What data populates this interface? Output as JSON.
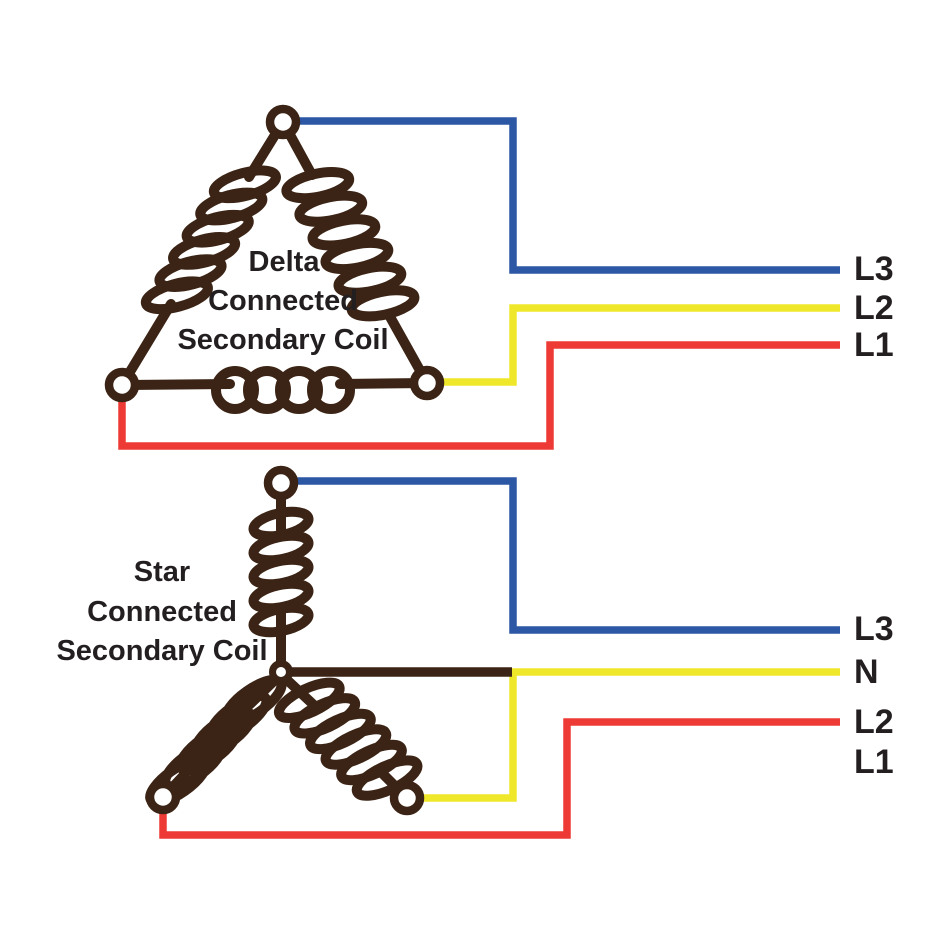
{
  "colors": {
    "coil": "#3B2415",
    "label": "#231F20",
    "background": "#FFFFFF"
  },
  "delta_diagram": {
    "caption": [
      "Delta",
      "Connected",
      "Secondary Coil"
    ],
    "wires": {
      "l3": {
        "label": "L3",
        "color": "#2B57A5"
      },
      "l2": {
        "label": "L2",
        "color": "#EFE72A"
      },
      "l1": {
        "label": "L1",
        "color": "#EE3A34"
      }
    }
  },
  "star_diagram": {
    "caption": [
      "Star",
      "Connected",
      "Secondary Coil"
    ],
    "wires": {
      "l3": {
        "label": "L3",
        "color": "#2B57A5"
      },
      "n": {
        "label": "N",
        "color": "#EFE72A"
      },
      "l2": {
        "label": "L2",
        "color": "#EE3A34"
      },
      "l1": {
        "label": "L1"
      }
    }
  }
}
